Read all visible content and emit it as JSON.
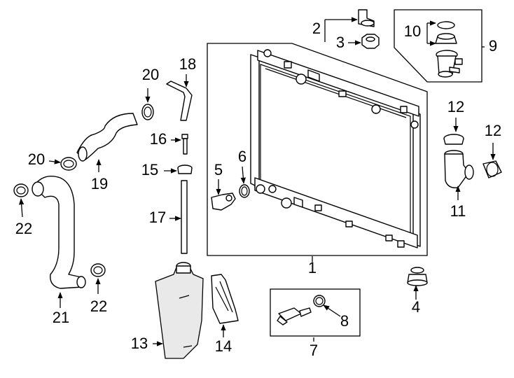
{
  "callouts": {
    "n1": "1",
    "n2": "2",
    "n3": "3",
    "n4": "4",
    "n5": "5",
    "n6": "6",
    "n7": "7",
    "n8": "8",
    "n9": "9",
    "n10": "10",
    "n11": "11",
    "n12a": "12",
    "n12b": "12",
    "n13": "13",
    "n14": "14",
    "n15": "15",
    "n16": "16",
    "n17": "17",
    "n18": "18",
    "n19": "19",
    "n20a": "20",
    "n20b": "20",
    "n21": "21",
    "n22a": "22",
    "n22b": "22"
  }
}
